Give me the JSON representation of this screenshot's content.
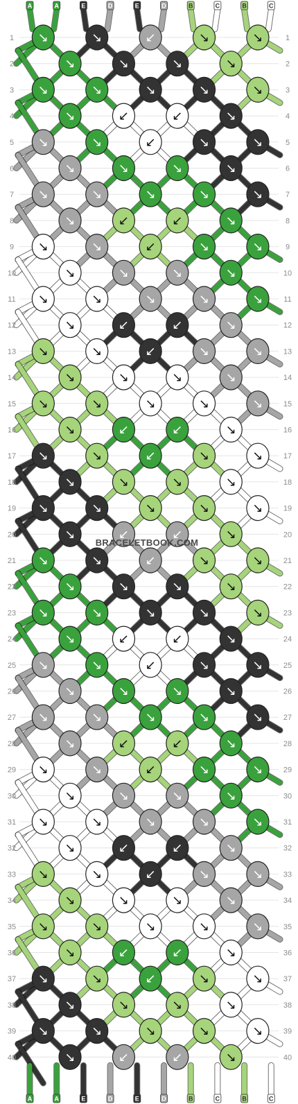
{
  "site": {
    "watermark": "BRACELETBOOK.COM"
  },
  "colors": {
    "A": "#3aa23c",
    "B": "#a6d47a",
    "C": "#ffffff",
    "D": "#a6a6a6",
    "E": "#333333"
  },
  "strands": [
    "A",
    "A",
    "E",
    "D",
    "E",
    "D",
    "B",
    "C",
    "B",
    "C"
  ],
  "row_count": 40,
  "rows": [
    [
      "A",
      "E",
      "D",
      "B",
      "B"
    ],
    [
      "A",
      "E",
      "E",
      "B"
    ],
    [
      "A",
      "A",
      "E",
      "E",
      "B"
    ],
    [
      "A",
      "C",
      "C",
      "E"
    ],
    [
      "D",
      "A",
      "C",
      "E",
      "E"
    ],
    [
      "D",
      "A",
      "A",
      "E"
    ],
    [
      "D",
      "D",
      "A",
      "A",
      "E"
    ],
    [
      "D",
      "B",
      "B",
      "A"
    ],
    [
      "C",
      "D",
      "B",
      "A",
      "A"
    ],
    [
      "C",
      "D",
      "D",
      "A"
    ],
    [
      "C",
      "C",
      "D",
      "D",
      "A"
    ],
    [
      "C",
      "E",
      "E",
      "D"
    ],
    [
      "B",
      "C",
      "E",
      "D",
      "D"
    ],
    [
      "B",
      "C",
      "C",
      "D"
    ],
    [
      "B",
      "B",
      "C",
      "C",
      "D"
    ],
    [
      "B",
      "A",
      "A",
      "C"
    ],
    [
      "E",
      "B",
      "A",
      "B",
      "C"
    ],
    [
      "E",
      "B",
      "B",
      "C"
    ],
    [
      "E",
      "E",
      "B",
      "B",
      "C"
    ],
    [
      "E",
      "D",
      "D",
      "B"
    ],
    [
      "A",
      "E",
      "D",
      "B",
      "B"
    ],
    [
      "A",
      "E",
      "E",
      "B"
    ],
    [
      "A",
      "A",
      "E",
      "E",
      "B"
    ],
    [
      "A",
      "C",
      "C",
      "E"
    ],
    [
      "D",
      "A",
      "C",
      "E",
      "E"
    ],
    [
      "D",
      "A",
      "A",
      "E"
    ],
    [
      "D",
      "D",
      "A",
      "A",
      "E"
    ],
    [
      "D",
      "B",
      "B",
      "A"
    ],
    [
      "C",
      "D",
      "B",
      "A",
      "A"
    ],
    [
      "C",
      "D",
      "D",
      "A"
    ],
    [
      "C",
      "C",
      "D",
      "D",
      "A"
    ],
    [
      "C",
      "E",
      "E",
      "D"
    ],
    [
      "B",
      "C",
      "E",
      "D",
      "D"
    ],
    [
      "B",
      "C",
      "C",
      "D"
    ],
    [
      "B",
      "B",
      "C",
      "C",
      "D"
    ],
    [
      "B",
      "A",
      "A",
      "C"
    ],
    [
      "E",
      "B",
      "A",
      "B",
      "C"
    ],
    [
      "E",
      "B",
      "B",
      "C"
    ],
    [
      "E",
      "E",
      "B",
      "B",
      "C"
    ],
    [
      "E",
      "D",
      "D",
      "B"
    ]
  ],
  "arrows": [
    [
      "↘",
      "↘",
      "↙",
      "↘",
      "↘"
    ],
    [
      "↘",
      "↘",
      "↘",
      "↘"
    ],
    [
      "↘",
      "↘",
      "↘",
      "↘",
      "↘"
    ],
    [
      "↘",
      "↙",
      "↙",
      "↘"
    ],
    [
      "↘",
      "↘",
      "↙",
      "↘",
      "↘"
    ],
    [
      "↘",
      "↘",
      "↘",
      "↘"
    ],
    [
      "↘",
      "↘",
      "↘",
      "↘",
      "↘"
    ],
    [
      "↘",
      "↙",
      "↙",
      "↘"
    ],
    [
      "↘",
      "↘",
      "↙",
      "↘",
      "↘"
    ],
    [
      "↘",
      "↘",
      "↘",
      "↘"
    ],
    [
      "↘",
      "↘",
      "↘",
      "↘",
      "↘"
    ],
    [
      "↘",
      "↙",
      "↙",
      "↘"
    ],
    [
      "↘",
      "↘",
      "↙",
      "↘",
      "↘"
    ],
    [
      "↘",
      "↘",
      "↘",
      "↘"
    ],
    [
      "↘",
      "↘",
      "↘",
      "↘",
      "↘"
    ],
    [
      "↘",
      "↙",
      "↙",
      "↘"
    ],
    [
      "↘",
      "↘",
      "↙",
      "↘",
      "↘"
    ],
    [
      "↘",
      "↘",
      "↘",
      "↘"
    ],
    [
      "↘",
      "↘",
      "↘",
      "↘",
      "↘"
    ],
    [
      "↘",
      "↙",
      "↙",
      "↘"
    ],
    [
      "↘",
      "↘",
      "↙",
      "↘",
      "↘"
    ],
    [
      "↘",
      "↘",
      "↘",
      "↘"
    ],
    [
      "↘",
      "↘",
      "↘",
      "↘",
      "↘"
    ],
    [
      "↘",
      "↙",
      "↙",
      "↘"
    ],
    [
      "↘",
      "↘",
      "↙",
      "↘",
      "↘"
    ],
    [
      "↘",
      "↘",
      "↘",
      "↘"
    ],
    [
      "↘",
      "↘",
      "↘",
      "↘",
      "↘"
    ],
    [
      "↘",
      "↙",
      "↙",
      "↘"
    ],
    [
      "↘",
      "↘",
      "↙",
      "↘",
      "↘"
    ],
    [
      "↘",
      "↘",
      "↘",
      "↘"
    ],
    [
      "↘",
      "↘",
      "↘",
      "↘",
      "↘"
    ],
    [
      "↘",
      "↙",
      "↙",
      "↘"
    ],
    [
      "↘",
      "↘",
      "↙",
      "↘",
      "↘"
    ],
    [
      "↘",
      "↘",
      "↘",
      "↘"
    ],
    [
      "↘",
      "↘",
      "↘",
      "↘",
      "↘"
    ],
    [
      "↘",
      "↙",
      "↙",
      "↘"
    ],
    [
      "↘",
      "↘",
      "↙",
      "↘",
      "↘"
    ],
    [
      "↘",
      "↘",
      "↘",
      "↘"
    ],
    [
      "↘",
      "↘",
      "↘",
      "↘",
      "↘"
    ],
    [
      "↘",
      "↙",
      "↙",
      "↘"
    ]
  ]
}
